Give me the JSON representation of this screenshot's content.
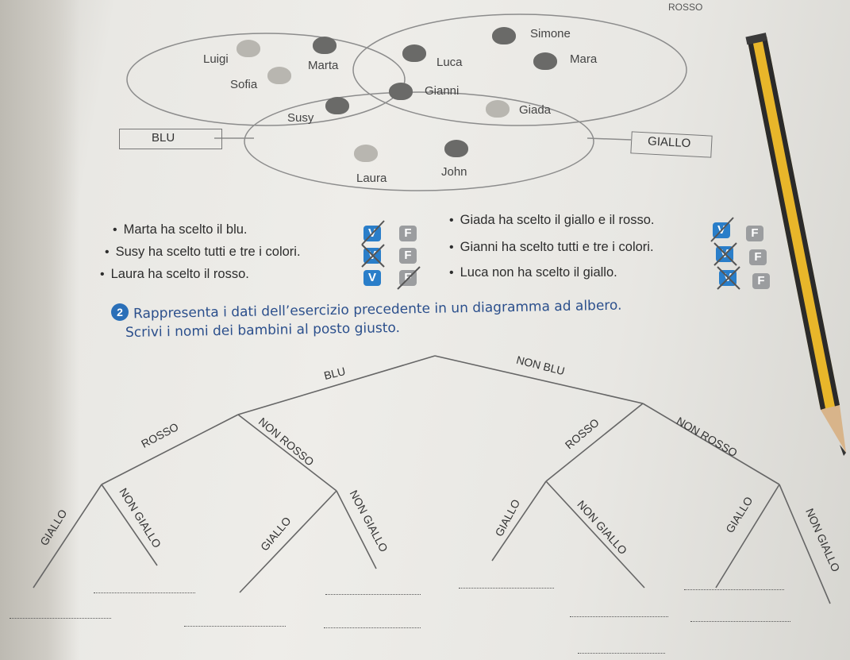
{
  "venn": {
    "corner_label": "ROSSO",
    "box_blu": "BLU",
    "box_giallo": "GIALLO",
    "names": [
      "Luigi",
      "Marta",
      "Sofia",
      "Susy",
      "Luca",
      "Gianni",
      "Simone",
      "Mara",
      "Giada",
      "Laura",
      "John"
    ]
  },
  "statements": [
    {
      "text": "Marta ha scelto il blu.",
      "v": "V",
      "f": "F"
    },
    {
      "text": "Susy ha scelto tutti e tre i colori.",
      "v": "V",
      "f": "F"
    },
    {
      "text": "Laura ha scelto il rosso.",
      "v": "V",
      "f": "F"
    },
    {
      "text": "Giada ha scelto il giallo e il rosso.",
      "v": "V",
      "f": "F"
    },
    {
      "text": "Gianni ha scelto tutti e tre i colori.",
      "v": "V",
      "f": "F"
    },
    {
      "text": "Luca non ha scelto il giallo.",
      "v": "V",
      "f": "F"
    }
  ],
  "exercise": {
    "number": "2",
    "line1": "Rappresenta i dati dell’esercizio precedente in un diagramma ad albero.",
    "line2": "Scrivi i nomi dei bambini al posto giusto."
  },
  "tree": {
    "blu": "BLU",
    "non_blu": "NON BLU",
    "rosso": "ROSSO",
    "non_rosso": "NON ROSSO",
    "giallo": "GIALLO",
    "non_giallo": "NON GIALLO"
  },
  "colors": {
    "accent_blue": "#2a7ec9",
    "instruction_blue": "#2b4f8c",
    "pencil_yellow": "#e8b62a"
  }
}
